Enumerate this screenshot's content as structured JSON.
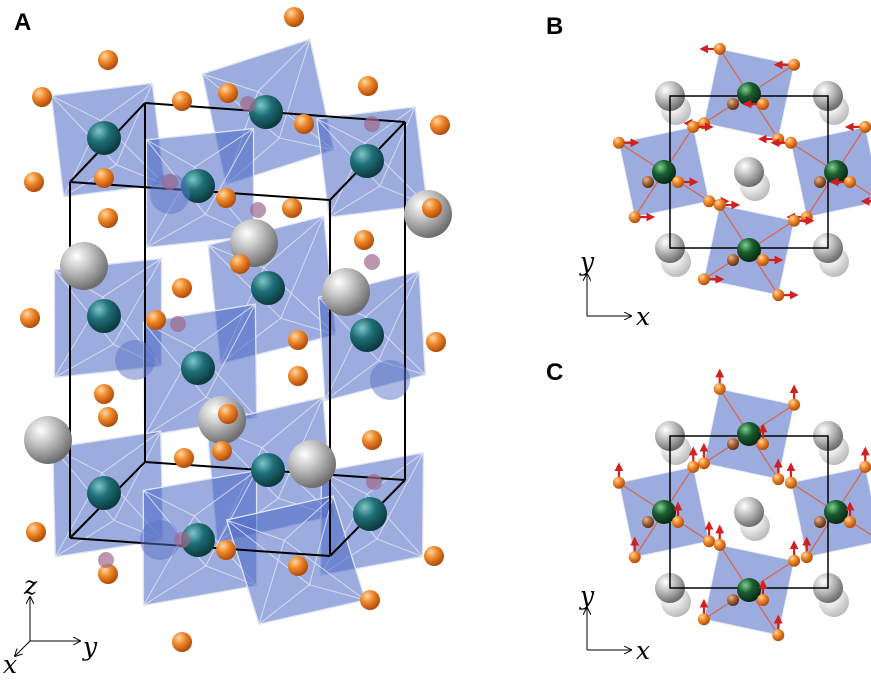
{
  "panels": [
    {
      "id": "A",
      "label": "A",
      "axes": {
        "vertical": "z",
        "horizontal": "y",
        "depth": "x"
      }
    },
    {
      "id": "B",
      "label": "B",
      "axes": {
        "vertical": "y",
        "horizontal": "x"
      }
    },
    {
      "id": "C",
      "label": "C",
      "axes": {
        "vertical": "y",
        "horizontal": "x"
      }
    }
  ],
  "colors": {
    "octahedron_face": "#4a68c4",
    "octahedron_edge": "#dfe4f1",
    "oxygen_atom": "#f07c24",
    "b_site_atom_A": "#1d6b74",
    "b_site_atom_BC": "#17532b",
    "a_site_atom": "#a7a7a7",
    "displacement_arrow": "#d21f1f",
    "cell_edge": "#000000"
  }
}
